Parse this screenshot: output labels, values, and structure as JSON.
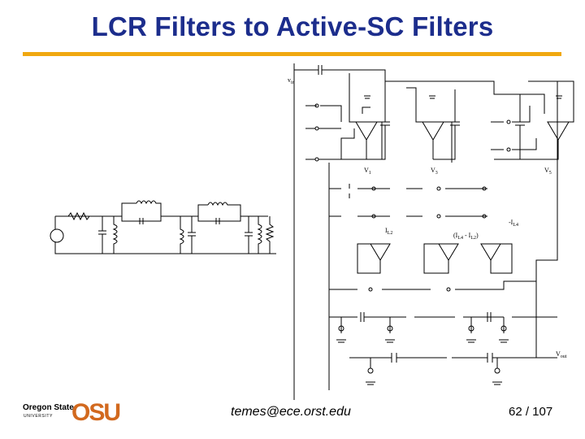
{
  "slide": {
    "title": "LCR Filters to Active-SC Filters",
    "email": "temes@ece.orst.edu",
    "page": "62 / 107"
  },
  "logo": {
    "line1": "Oregon State",
    "line2": "UNIVERSITY",
    "mark": "OSU"
  },
  "colors": {
    "title": "#1c2d8c",
    "rule": "#f0a810",
    "logo_mark": "#d2691e"
  },
  "sc_circuit": {
    "labels": {
      "vin": "v",
      "vin_sub": "in",
      "v1": "V",
      "v1_sub": "1",
      "v3": "V",
      "v3_sub": "3",
      "v5": "V",
      "v5_sub": "5",
      "il2": "I",
      "il2_sub": "L2",
      "il4": "-I",
      "il4_sub": "L4",
      "diff": "(I",
      "diff_mid": "L4",
      "diff_dash": " - I",
      "diff_end": "L2",
      "diff_close": ")",
      "vout": "V",
      "vout_sub": "out"
    }
  }
}
